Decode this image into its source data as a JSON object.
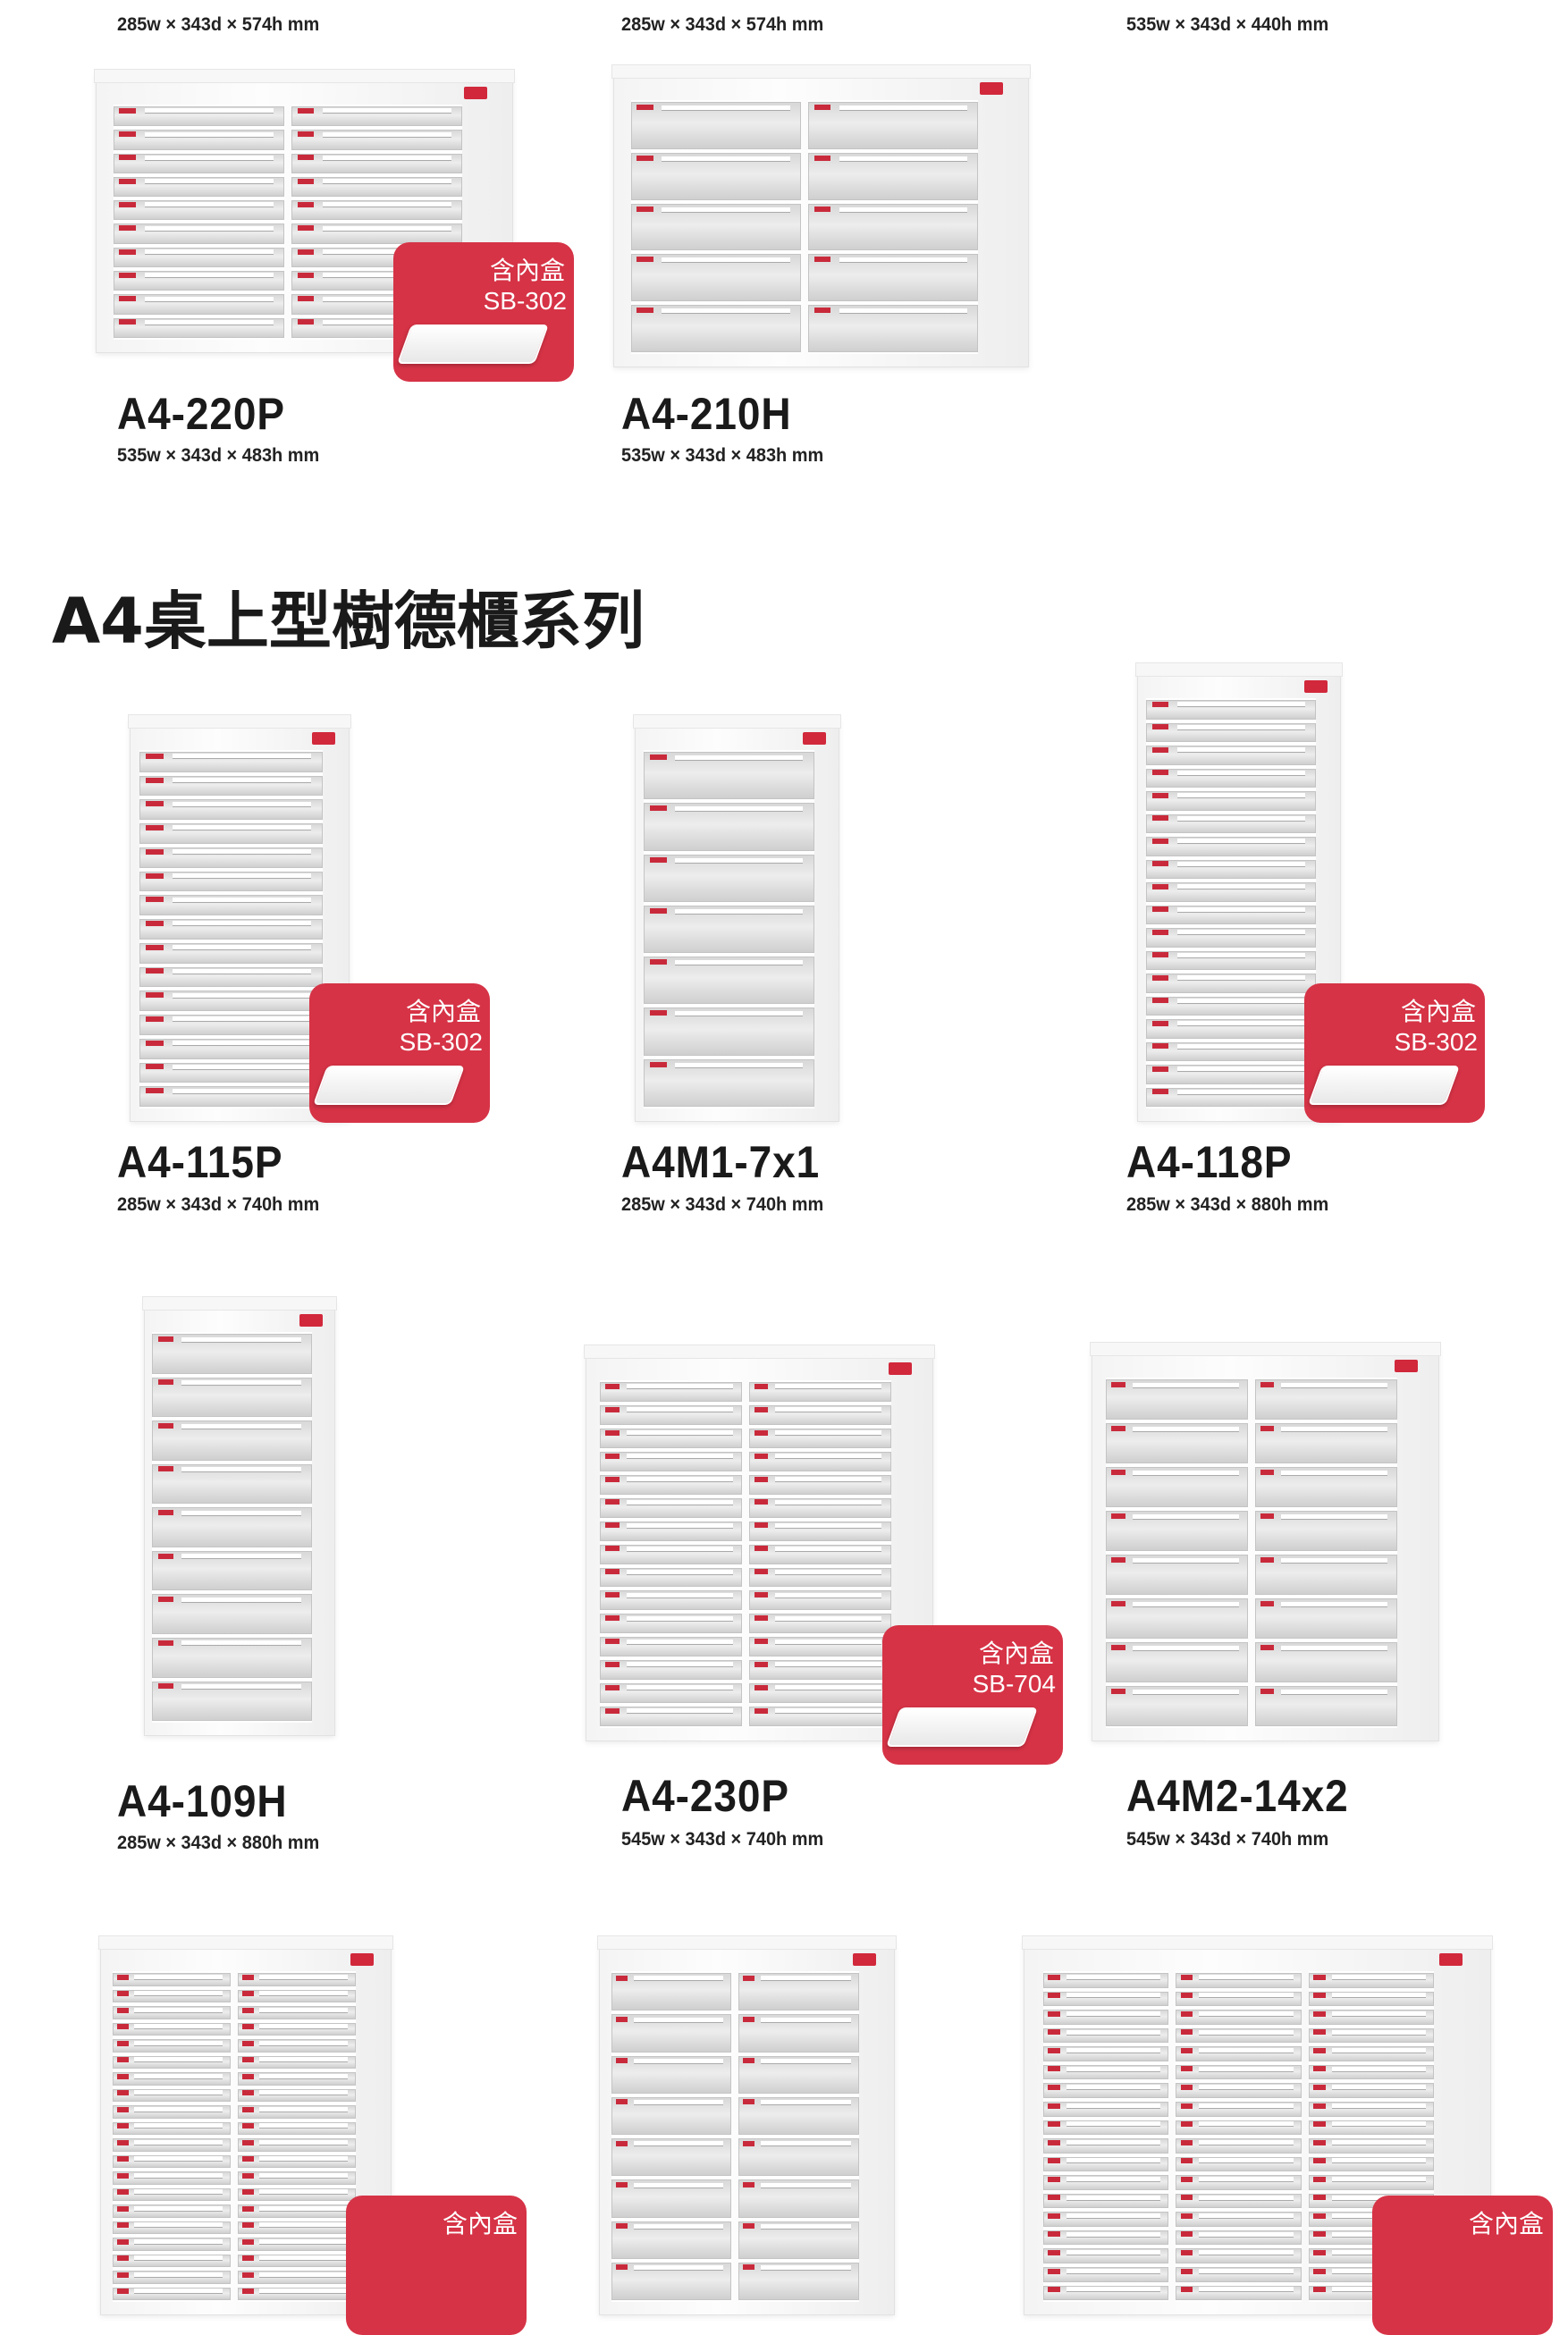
{
  "top_row": [
    {
      "dims": "285w × 343d × 574h mm"
    },
    {
      "dims": "285w × 343d × 574h mm"
    },
    {
      "dims": "535w × 343d × 440h mm"
    }
  ],
  "products": [
    {
      "model": "A4-220P",
      "dims": "535w × 343d × 483h mm",
      "badge": {
        "label": "含內盒",
        "code": "SB-302"
      }
    },
    {
      "model": "A4-210H",
      "dims": "535w × 343d × 483h mm"
    },
    {
      "model": "A4-115P",
      "dims": "285w × 343d × 740h mm",
      "badge": {
        "label": "含內盒",
        "code": "SB-302"
      }
    },
    {
      "model": "A4M1-7x1",
      "dims": "285w × 343d × 740h mm"
    },
    {
      "model": "A4-118P",
      "dims": "285w × 343d × 880h mm",
      "badge": {
        "label": "含內盒",
        "code": "SB-302"
      }
    },
    {
      "model": "A4-109H",
      "dims": "285w × 343d × 880h mm"
    },
    {
      "model": "A4-230P",
      "dims": "545w × 343d × 740h mm",
      "badge": {
        "label": "含內盒",
        "code": "SB-704"
      }
    },
    {
      "model": "A4M2-14x2",
      "dims": "545w × 343d × 740h mm"
    }
  ],
  "section_heading": "A4桌上型樹德櫃系列",
  "bottom_badges": [
    {
      "label": "含內盒"
    },
    {
      "label": "含內盒"
    }
  ],
  "colors": {
    "badge_red": "#d63346",
    "text": "#1a1a1a"
  }
}
